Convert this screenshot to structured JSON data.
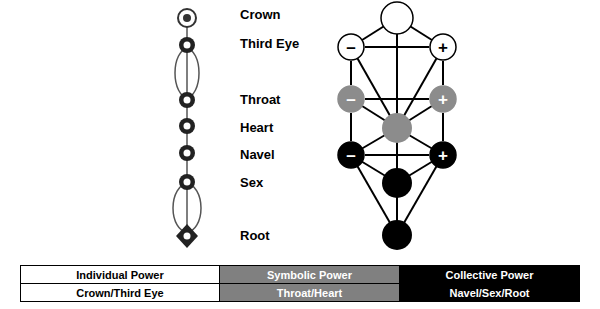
{
  "diagram": {
    "nodes": [
      {
        "text": [
          "–"
        ]
      },
      {
        "text": [
          "+"
        ]
      },
      {
        "text": [
          "–"
        ]
      },
      {
        "text": [
          "+"
        ]
      },
      {
        "text": [
          "–"
        ]
      },
      {
        "text": [
          "+"
        ]
      }
    ],
    "edges": [
      {
        "from": 0,
        "to": 1,
        "arrow": "none"
      },
      {
        "from": 0,
        "to": 2,
        "arrow": "none"
      },
      {
        "from": 1,
        "to": 3,
        "arrow": "none"
      },
      {
        "from": 2,
        "to": 3,
        "arrow": "none"
      },
      {
        "from": 2,
        "to": 4,
        "arrow": "none"
      },
      {
        "from": 3,
        "to": 5,
        "arrow": "none"
      },
      {
        "from": 4,
        "to": 5,
        "arrow": "none"
      }
    ],
    "labels": [
      "Crown",
      "Third Eye",
      "Throat",
      "Heart",
      "Navel",
      "Sex",
      "Root",
      "Individual Power",
      "Symbolic Power",
      "Collective Power",
      "Crown/Third Eye",
      "Throat/Heart",
      "Navel/Sex/Root"
    ]
  }
}
